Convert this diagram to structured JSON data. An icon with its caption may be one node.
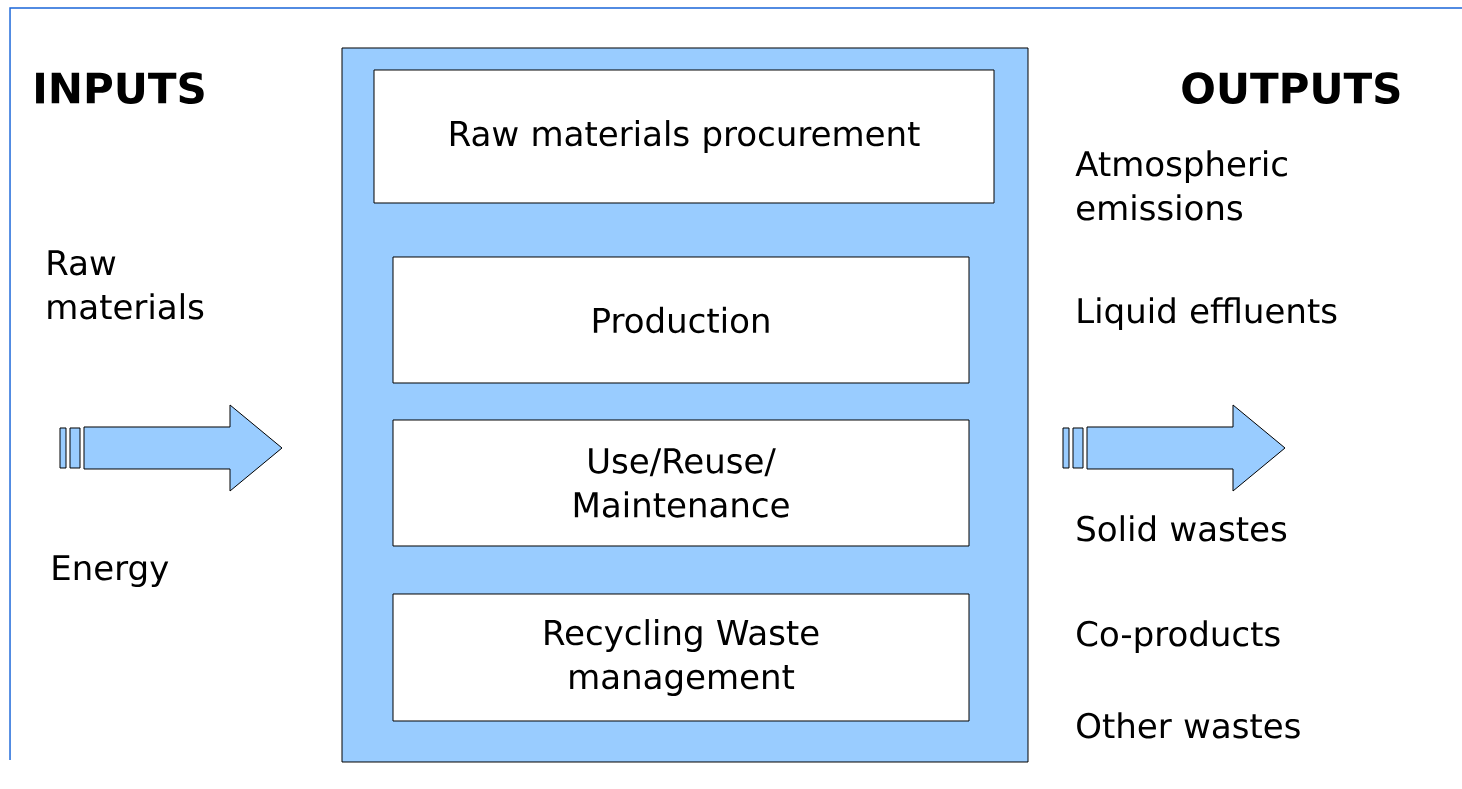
{
  "diagram": {
    "nodes": [
      {
        "text": [],
        "shape": "box"
      },
      {
        "text": [
          "Raw materials procurement"
        ],
        "in": 0
      },
      {
        "text": [
          "Production"
        ],
        "in": 0
      },
      {
        "text": [
          "Use/Reuse/ Maintenance"
        ],
        "in": 0
      },
      {
        "text": [
          "Recycling Waste management"
        ],
        "in": 0
      }
    ],
    "labels": [
      "INPUTS",
      "OUTPUTS",
      "Raw materials",
      "Atmospheric emissions",
      "Liquid effluents",
      "Energy",
      "Solid wastes",
      "Co-products",
      "Other wastes"
    ]
  }
}
